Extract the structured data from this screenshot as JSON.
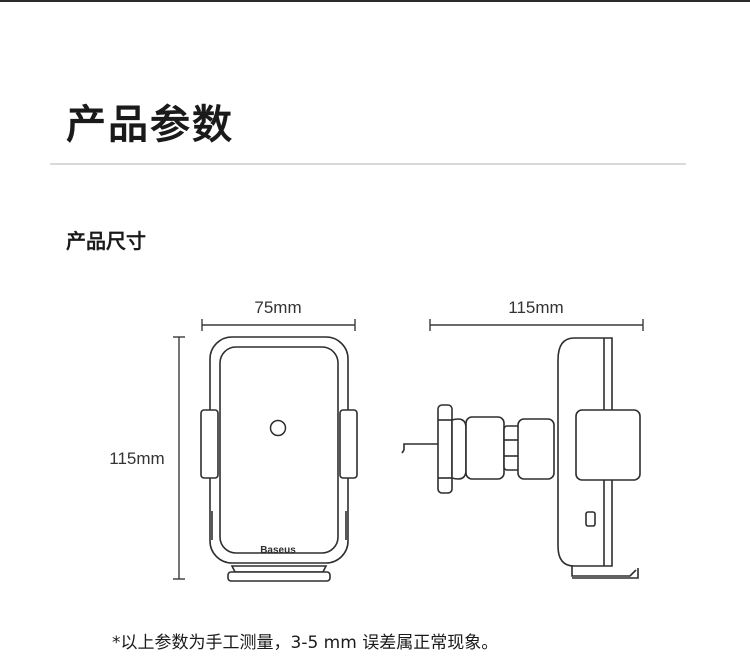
{
  "header": {
    "title": "产品参数"
  },
  "section": {
    "title": "产品尺寸"
  },
  "front_view": {
    "width_label": "75mm",
    "height_label": "115mm",
    "brand": "Baseus"
  },
  "side_view": {
    "width_label": "115mm"
  },
  "footnote": "*以上参数为手工测量，3-5 mm 误差属正常现象。"
}
